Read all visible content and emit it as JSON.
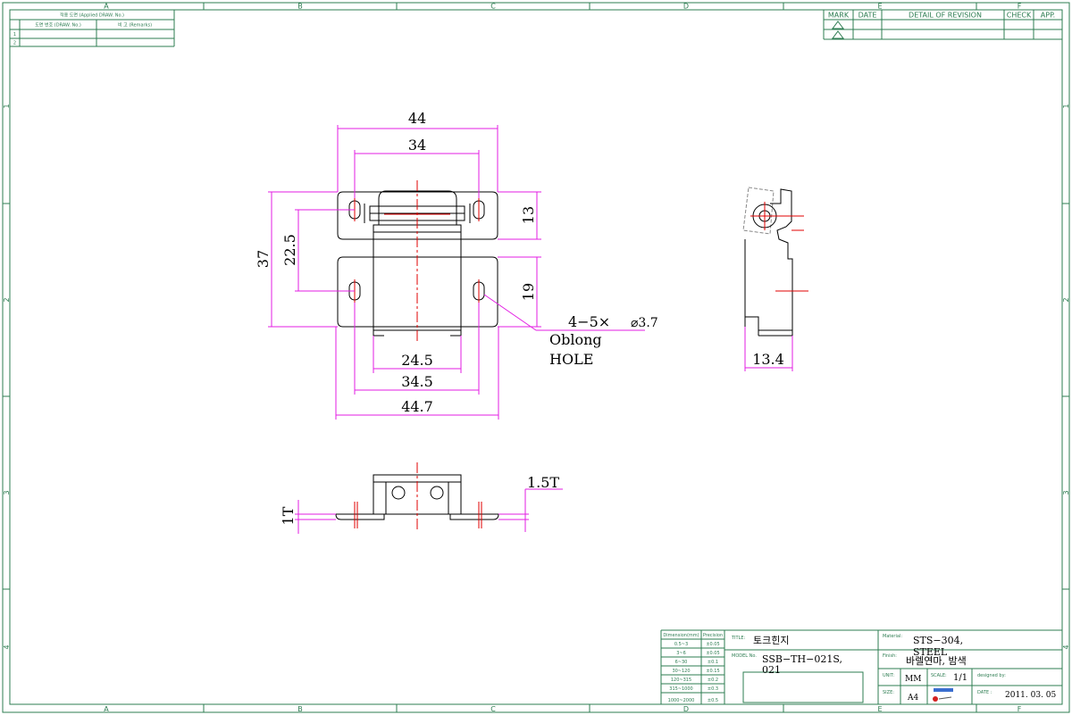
{
  "zones": {
    "columns": [
      "A",
      "B",
      "C",
      "D",
      "E",
      "F"
    ],
    "rows": [
      "1",
      "2",
      "3",
      "4"
    ]
  },
  "applied_table": {
    "header": "적용 도면 (Applied DRAW. No.)",
    "col_drawno": "도면 번호 (DRAW. No.)",
    "col_remarks": "비 고 (Remarks)",
    "rows": [
      "1",
      "2"
    ]
  },
  "revision": {
    "mark": "MARK",
    "date": "DATE",
    "detail": "DETAIL OF REVISION",
    "check": "CHECK",
    "app": "APP."
  },
  "dimensions": {
    "d44": "44",
    "d34": "34",
    "d13": "13",
    "d37": "37",
    "d22_5": "22.5",
    "d19": "19",
    "hole_count": "4−5×",
    "hole_dia": "⌀3.7",
    "oblong1": "Oblong",
    "oblong2": "HOLE",
    "d24_5": "24.5",
    "d34_5": "34.5",
    "d44_7": "44.7",
    "d13_4": "13.4",
    "d1_5t": "1.5T",
    "d1t": "1T"
  },
  "tolerance": {
    "col_dim": "Dimension(mm)",
    "col_prec": "Precision",
    "rows": [
      {
        "range": "0.5~3",
        "tol": "±0.05"
      },
      {
        "range": "3~6",
        "tol": "±0.05"
      },
      {
        "range": "6~30",
        "tol": "±0.1"
      },
      {
        "range": "30~120",
        "tol": "±0.15"
      },
      {
        "range": "120~315",
        "tol": "±0.2"
      },
      {
        "range": "315~1000",
        "tol": "±0.3"
      },
      {
        "range": "1000~2000",
        "tol": "±0.5"
      }
    ]
  },
  "titleblock": {
    "title_label": "TITLE:",
    "title": "토크힌지",
    "model_label": "MODEL No.",
    "model": "SSB−TH−021S,",
    "model2": "021",
    "material_label": "Material:",
    "material": "STS−304,",
    "material2": "STEEL",
    "finish_label": "Finish:",
    "finish": "바렐연마, 밤색",
    "unit_label": "UNIT:",
    "unit": "MM",
    "scale_label": "SCALE:",
    "scale": "1/1",
    "designed_label": "designed by:",
    "size_label": "SIZE:",
    "size": "A4",
    "date_label": "DATE :",
    "date": "2011. 03. 05"
  }
}
